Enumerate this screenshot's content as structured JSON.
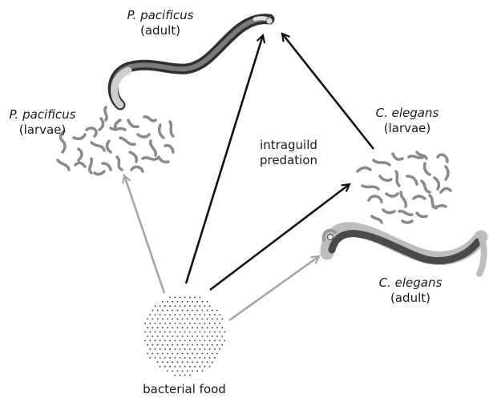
{
  "labels": {
    "pp_adult": {
      "species": "P. pacificus",
      "stage": "(adult)"
    },
    "pp_larvae": {
      "species": "P. pacificus",
      "stage": "(larvae)"
    },
    "ce_larvae": {
      "species": "C. elegans",
      "stage": "(larvae)"
    },
    "ce_adult": {
      "species": "C. elegans",
      "stage": "(adult)"
    },
    "intraguild": {
      "line1": "intraguild",
      "line2": "predation"
    },
    "food": "bacterial food"
  },
  "colors": {
    "predation_arrow": "#111111",
    "feeding_arrow": "#a6a6a6",
    "worm_dark": "#3d3d3d",
    "worm_mid": "#6e6e6e",
    "worm_light": "#bdbdbd",
    "larva_gray": "#8a8a8a",
    "dot": "#333333"
  }
}
